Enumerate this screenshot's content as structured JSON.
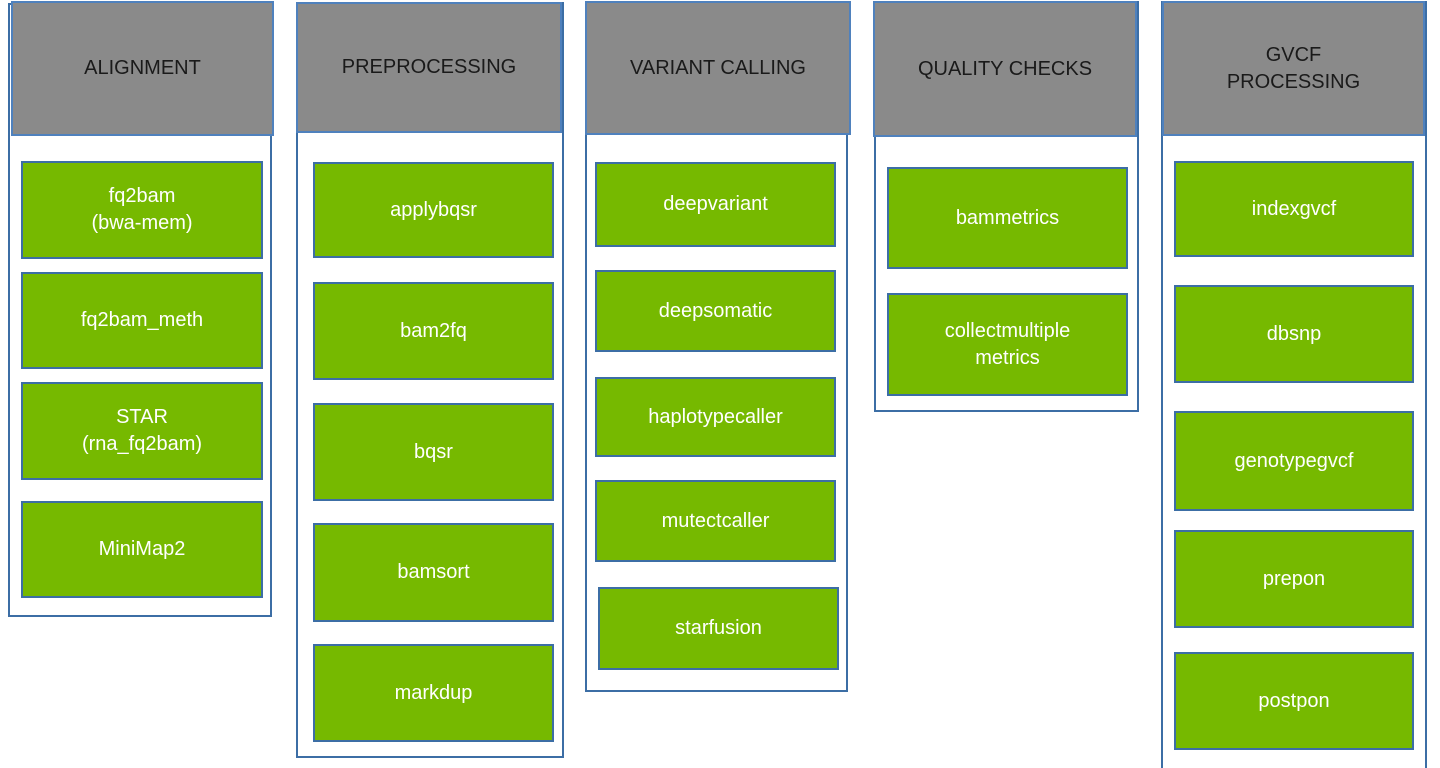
{
  "diagram": {
    "background_color": "#ffffff",
    "colors": {
      "header_fill": "#8a8a8a",
      "header_text": "#1a1a1a",
      "header_border": "#4f81bd",
      "tool_fill": "#76b900",
      "tool_text": "#ffffff",
      "frame_border": "#3c6ea5"
    },
    "columns": [
      {
        "title": "ALIGNMENT",
        "items": [
          "fq2bam\n(bwa-mem)",
          "fq2bam_meth",
          "STAR\n(rna_fq2bam)",
          "MiniMap2"
        ]
      },
      {
        "title": "PREPROCESSING",
        "items": [
          "applybqsr",
          "bam2fq",
          "bqsr",
          "bamsort",
          "markdup"
        ]
      },
      {
        "title": "VARIANT CALLING",
        "items": [
          "deepvariant",
          "deepsomatic",
          "haplotypecaller",
          "mutectcaller",
          "starfusion"
        ]
      },
      {
        "title": "QUALITY CHECKS",
        "items": [
          "bammetrics",
          "collectmultiple\nmetrics"
        ]
      },
      {
        "title": "GVCF\nPROCESSING",
        "items": [
          "indexgvcf",
          "dbsnp",
          "genotypegvcf",
          "prepon",
          "postpon"
        ]
      }
    ]
  }
}
